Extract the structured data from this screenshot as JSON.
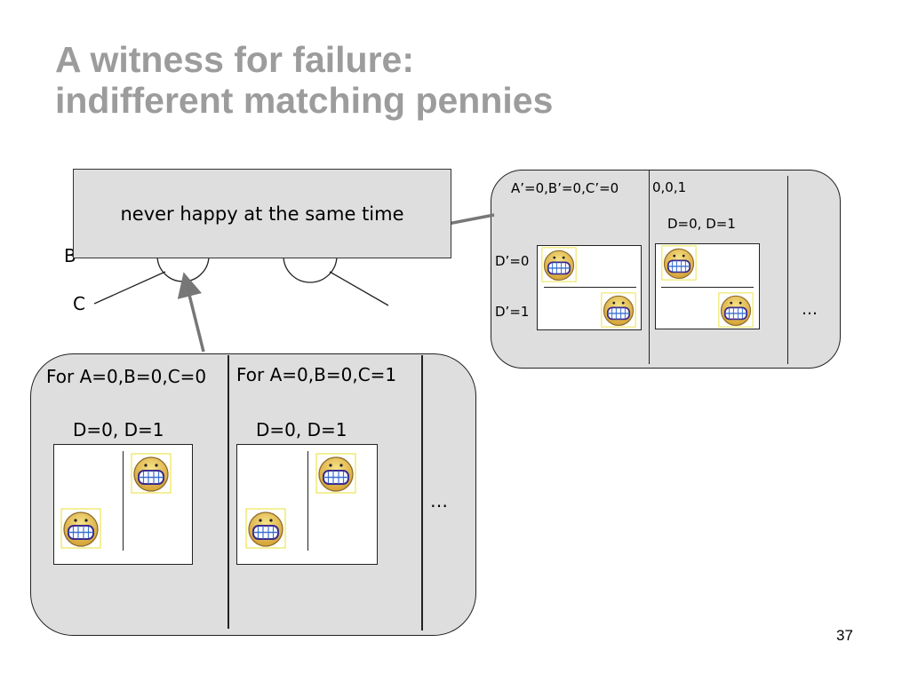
{
  "slide": {
    "title_line1": "A witness for failure:",
    "title_line2": "indifferent matching pennies",
    "page_number": "37"
  },
  "callout": {
    "text": "never happy at the same time"
  },
  "tree": {
    "node_label_b": "B",
    "node_label_c": "C"
  },
  "bottom_panel": {
    "col1_header": "For A=0,B=0,C=0",
    "col1_sub": "D=0, D=1",
    "col2_header": "For A=0,B=0,C=1",
    "col2_sub": "D=0, D=1",
    "ellipsis": "…"
  },
  "right_panel": {
    "col1_header": "A’=0,B’=0,C’=0",
    "col2_header": "0,0,1",
    "col2_sub": "D=0, D=1",
    "row1_label": "D’=0",
    "row2_label": "D’=1",
    "ellipsis": "…"
  },
  "icons": {
    "smiley": "grinning-face-icon"
  }
}
